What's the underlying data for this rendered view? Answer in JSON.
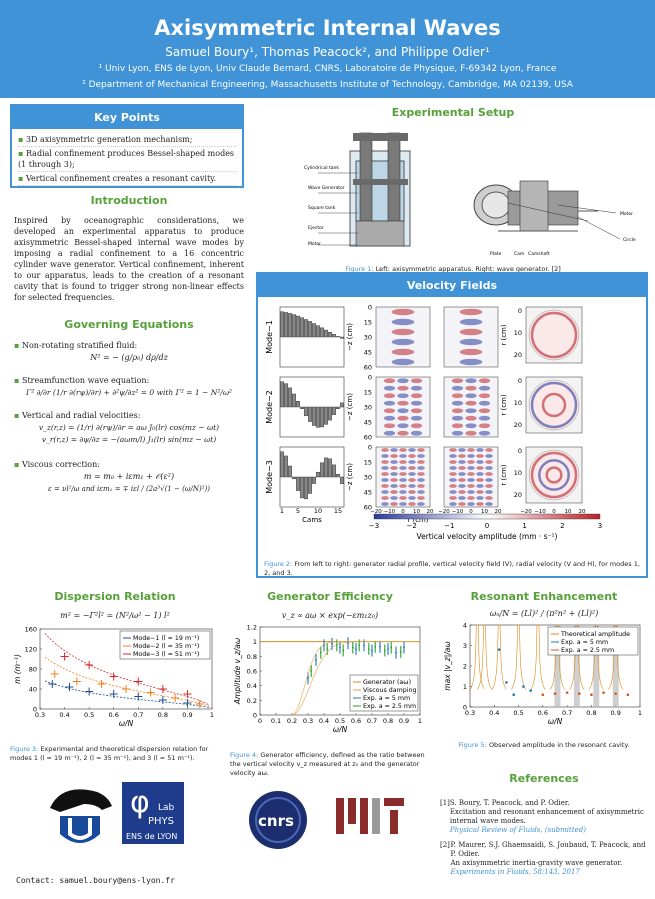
{
  "header": {
    "title": "Axisymmetric Internal Waves",
    "authors": "Samuel Boury¹, Thomas Peacock², and Philippe Odier¹",
    "affil1": "¹ Univ Lyon, ENS de Lyon, Univ Claude Bernard, CNRS, Laboratoire de Physique, F-69342 Lyon, France",
    "affil2": "² Department of Mechanical Engineering, Massachusetts Institute of Technology, Cambridge, MA 02139, USA"
  },
  "key_points": {
    "title": "Key Points",
    "items": [
      "3D axisymmetric generation mechanism;",
      "Radial confinement produces Bessel-shaped modes (1 through 3);",
      "Vertical confinement creates a resonant cavity."
    ]
  },
  "intro": {
    "title": "Introduction",
    "text": "Inspired by oceanographic considerations, we developed an experimental apparatus to produce axisymmetric Bessel-shaped internal wave modes by imposing a radial confinement to a 16 concentric cylinder wave generator. Vertical confinement, inherent to our apparatus, leads to the creation of a resonant cavity that is found to trigger strong non-linear effects for selected frequencies."
  },
  "equations": {
    "title": "Governing Equations",
    "b1": "Non-rotating stratified fluid:",
    "e1": "N² = − (g/ρ₀) dρ/dz",
    "b2": "Streamfunction wave equation:",
    "e2": "Γ² ∂/∂r (1/r ∂(rψ)/∂r) + ∂²ψ/∂z² = 0   with   Γ² = 1 − N²/ω²",
    "b3": "Vertical and radial velocities:",
    "e3": "v_z(r,z) = (1/r) ∂(rψ)/∂r = aω J₀(lr) cos(mz − ωt)",
    "e4": "v_r(r,z) = ∂ψ/∂z = −(aωm/l) J₁(lr) sin(mz − ωt)",
    "b4": "Viscous correction:",
    "e5": "m = m₀ + iεm₁ + 𝒪(ε²)",
    "e6": "ε = νl²/ω   and   iεm₁ = ∓ iεl / (2a³√(1 − (ω/N)²))"
  },
  "setup": {
    "title": "Experimental Setup",
    "labels": [
      "Cylindrical tank",
      "Wave Generator",
      "Square tank",
      "Ejector",
      "Motor"
    ],
    "labels2": [
      "Motor",
      "Circle",
      "Plate",
      "Cam",
      "Camshaft"
    ],
    "caption_label": "Figure 1:",
    "caption": "Left: axisymmetric apparatus. Right: wave generator. [2]"
  },
  "velocity": {
    "title": "Velocity Fields",
    "modes": [
      "Mode−1",
      "Mode−2",
      "Mode−3"
    ],
    "cams_label": "Cams",
    "cams_ticks": [
      "1",
      "5",
      "10",
      "15"
    ],
    "z_label": "−z (cm)",
    "z_ticks": [
      "0",
      "15",
      "30",
      "45",
      "60"
    ],
    "r_label": "r (cm)",
    "r_ticks": [
      "−20",
      "−10",
      "0",
      "10",
      "20"
    ],
    "r_ticks_v": [
      "0",
      "10",
      "20"
    ],
    "colorbar_ticks": [
      "−3",
      "−2",
      "−1",
      "0",
      "1",
      "2",
      "3"
    ],
    "colorbar_label": "Vertical velocity amplitude (mm · s⁻¹)",
    "colors": {
      "neg": "#2b3a9e",
      "pos": "#b8202a"
    },
    "caption_label": "Figure 2:",
    "caption": "From left to right: generator radial profile, vertical velocity field (V), radial velocity (V and H), for modes 1, 2, and 3."
  },
  "dispersion": {
    "title": "Dispersion Relation",
    "formula": "m² = −Γ²l² = (N²/ω² − 1) l²",
    "caption_label": "Figure 3:",
    "caption": "Experimental and theoretical dispersion relation for modes 1 (l = 19 m⁻¹), 2 (l = 35 m⁻¹), and 3 (l = 51 m⁻¹)."
  },
  "generator": {
    "title": "Generator Efficiency",
    "formula": "v_z ∝ aω × exp(−εm₁z₀)",
    "caption_label": "Figure 4:",
    "caption": "Generator efficiency, defined as the ratio between the vertical velocity v_z measured at z₀ and the generator velocity aω."
  },
  "resonant": {
    "title": "Resonant Enhancement",
    "formula": "ωₙ/N = (Ll)² / (π²n² + (Ll)²)",
    "caption_label": "Figure 5:",
    "caption": "Observed amplitude in the resonant cavity."
  },
  "references": {
    "title": "References",
    "r1_num": "[1]",
    "r1_auth": "S. Boury, T. Peacock, and P. Odier.",
    "r1_title": "Excitation and resonant enhancement of axisymmetric internal wave modes.",
    "r1_journal": "Physical Review of Fluids, (submitted)",
    "r2_num": "[2]",
    "r2_auth": "P. Maurer, S.J. Ghaemsaidi, S. Joubaud, T. Peacock, and P. Odier.",
    "r2_title": "An axisymmetric inertia-gravity wave generator.",
    "r2_journal": "Experiments in Fluids, 58:143, 2017"
  },
  "logos": {
    "lab1": "Lab",
    "lab2": "PHYS",
    "ens": "ENS de LYON"
  },
  "contact": "Contact: samuel.boury@ens-lyon.fr",
  "chart_data": [
    {
      "type": "scatter",
      "name_ref": "dispersion",
      "xlabel": "ω/N",
      "ylabel": "m (m⁻¹)",
      "xlim": [
        0.3,
        1.0
      ],
      "ylim": [
        0,
        160
      ],
      "xticks": [
        "0.3",
        "0.4",
        "0.5",
        "0.6",
        "0.7",
        "0.8",
        "0.9",
        "1"
      ],
      "yticks": [
        "0",
        "40",
        "80",
        "120",
        "160"
      ],
      "legend": [
        "Mode−1 (l = 19 m⁻¹)",
        "Mode−2 (l = 35 m⁻¹)",
        "Mode−3 (l = 51 m⁻¹)"
      ],
      "series": [
        {
          "name": "Mode−1 (l = 19 m⁻¹)",
          "color": "#1f4e8c",
          "x": [
            0.35,
            0.42,
            0.5,
            0.6,
            0.7,
            0.8,
            0.9
          ],
          "y": [
            50,
            44,
            35,
            30,
            25,
            18,
            12
          ]
        },
        {
          "name": "Mode−2 (l = 35 m⁻¹)",
          "color": "#f08020",
          "x": [
            0.36,
            0.45,
            0.55,
            0.65,
            0.75,
            0.85,
            0.95
          ],
          "y": [
            70,
            55,
            50,
            40,
            33,
            22,
            10
          ]
        },
        {
          "name": "Mode−3 (l = 51 m⁻¹)",
          "color": "#d62728",
          "x": [
            0.4,
            0.5,
            0.6,
            0.7,
            0.8,
            0.9
          ],
          "y": [
            105,
            88,
            65,
            55,
            40,
            30
          ]
        }
      ]
    },
    {
      "type": "line",
      "name_ref": "generator",
      "xlabel": "ω/N",
      "ylabel": "Amplitude v_z/aω",
      "xlim": [
        0,
        1
      ],
      "ylim": [
        0,
        1.2
      ],
      "xticks": [
        "0",
        "0.1",
        "0.2",
        "0.3",
        "0.4",
        "0.5",
        "0.6",
        "0.7",
        "0.8",
        "0.9",
        "1"
      ],
      "yticks": [
        "0",
        "0.2",
        "0.4",
        "0.6",
        "0.8",
        "1",
        "1.2"
      ],
      "legend": [
        "Generator (aω)",
        "Viscous damping",
        "Exp. a = 5 mm",
        "Exp. a = 2.5 mm"
      ],
      "series": [
        {
          "name": "Generator (aω)",
          "color": "#d98a1a",
          "x": [
            0,
            1
          ],
          "y": [
            1,
            1
          ]
        },
        {
          "name": "Exp. a = 5 mm",
          "color": "#1f77b4",
          "x": [
            0.3,
            0.35,
            0.4,
            0.45,
            0.5,
            0.55,
            0.6,
            0.65,
            0.7,
            0.75,
            0.8,
            0.85,
            0.9
          ],
          "y": [
            0.5,
            0.75,
            0.95,
            0.97,
            0.92,
            0.98,
            0.9,
            0.95,
            0.88,
            0.93,
            0.9,
            0.85,
            0.92
          ]
        },
        {
          "name": "Exp. a = 2.5 mm",
          "color": "#2ca02c",
          "x": [
            0.32,
            0.38,
            0.42,
            0.48,
            0.52,
            0.58,
            0.62,
            0.68,
            0.72,
            0.78,
            0.82,
            0.88
          ],
          "y": [
            0.6,
            0.85,
            0.9,
            0.95,
            0.88,
            0.92,
            0.95,
            0.9,
            0.93,
            0.88,
            0.92,
            0.86
          ]
        }
      ]
    },
    {
      "type": "line",
      "name_ref": "resonant",
      "xlabel": "ω/N",
      "ylabel": "max |v_z|/aω",
      "xlim": [
        0.3,
        1.0
      ],
      "ylim": [
        0,
        4
      ],
      "xticks": [
        "0.3",
        "0.4",
        "0.5",
        "0.6",
        "0.7",
        "0.8",
        "0.9",
        "1"
      ],
      "yticks": [
        "0",
        "1",
        "2",
        "3",
        "4"
      ],
      "legend": [
        "Theoretical amplitude",
        "Exp. a = 5 mm",
        "Exp. a = 2.5 mm"
      ],
      "resonances": [
        0.33,
        0.36,
        0.42,
        0.5,
        0.58,
        0.66,
        0.74,
        0.82,
        0.9
      ],
      "series": [
        {
          "name": "Exp. a = 5 mm",
          "color": "#1f77b4",
          "x": [
            0.42,
            0.45,
            0.48,
            0.52,
            0.55
          ],
          "y": [
            2.8,
            1.2,
            0.6,
            1.0,
            0.8
          ]
        },
        {
          "name": "Exp. a = 2.5 mm",
          "color": "#d9541a",
          "x": [
            0.6,
            0.65,
            0.7,
            0.75,
            0.8,
            0.85,
            0.9,
            0.95
          ],
          "y": [
            0.6,
            0.65,
            0.7,
            0.65,
            0.6,
            0.7,
            0.65,
            0.6
          ]
        }
      ]
    }
  ]
}
